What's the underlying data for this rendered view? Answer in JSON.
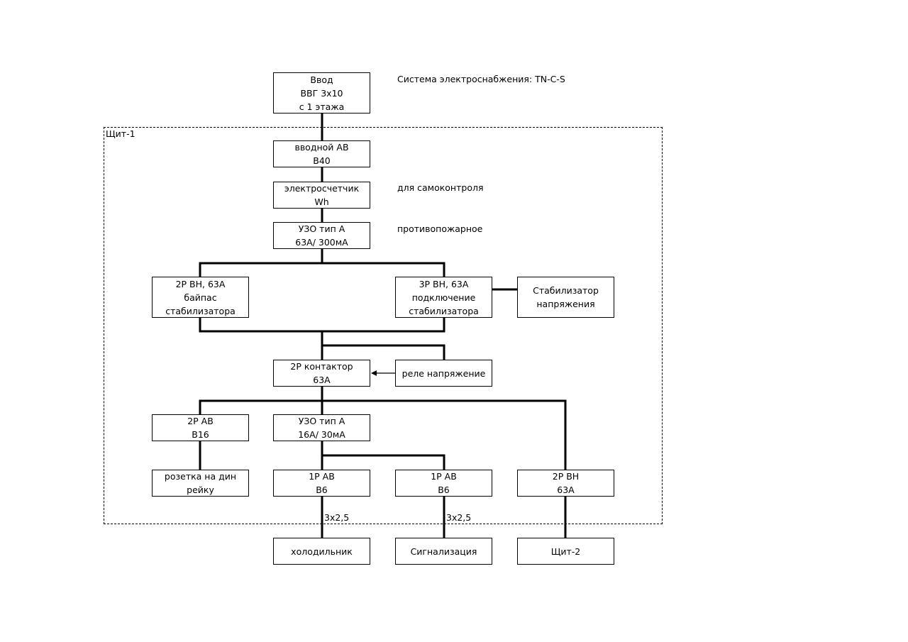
{
  "notes": {
    "system": "Система электроснабжения: TN-C-S",
    "self_control": "для самоконтроля",
    "fire": "противопожарное",
    "panel1": "Щит-1",
    "cable1": "3x2,5",
    "cable2": "3x2,5"
  },
  "boxes": {
    "input": [
      "Ввод",
      "ВВГ 3х10",
      "с 1 этажа"
    ],
    "main_ab": [
      "вводной АВ",
      "В40"
    ],
    "meter": [
      "электросчетчик",
      "Wh"
    ],
    "rcd_main": [
      "УЗО тип А",
      "63А/ 300мА"
    ],
    "bypass": [
      "2Р ВН, 63А",
      "байпас",
      "стабилизатора"
    ],
    "stab_conn": [
      "3Р ВН, 63А",
      "подключение",
      "стабилизатора"
    ],
    "stabilizer": [
      "Стабилизатор",
      "напряжения"
    ],
    "contactor": [
      "2Р контактор",
      "63А"
    ],
    "relay": [
      "реле напряжение"
    ],
    "ab_b16": [
      "2Р АВ",
      "В16"
    ],
    "rcd_16": [
      "УЗО тип А",
      "16А/ 30мА"
    ],
    "socket": [
      "розетка на дин",
      "рейку"
    ],
    "ab_b6_1": [
      "1Р АВ",
      "В6"
    ],
    "ab_b6_2": [
      "1Р АВ",
      "В6"
    ],
    "vn_63": [
      "2Р ВН",
      "63А"
    ],
    "fridge": [
      "холодильник"
    ],
    "alarm": [
      "Сигнализация"
    ],
    "panel2": [
      "Щит-2"
    ]
  }
}
